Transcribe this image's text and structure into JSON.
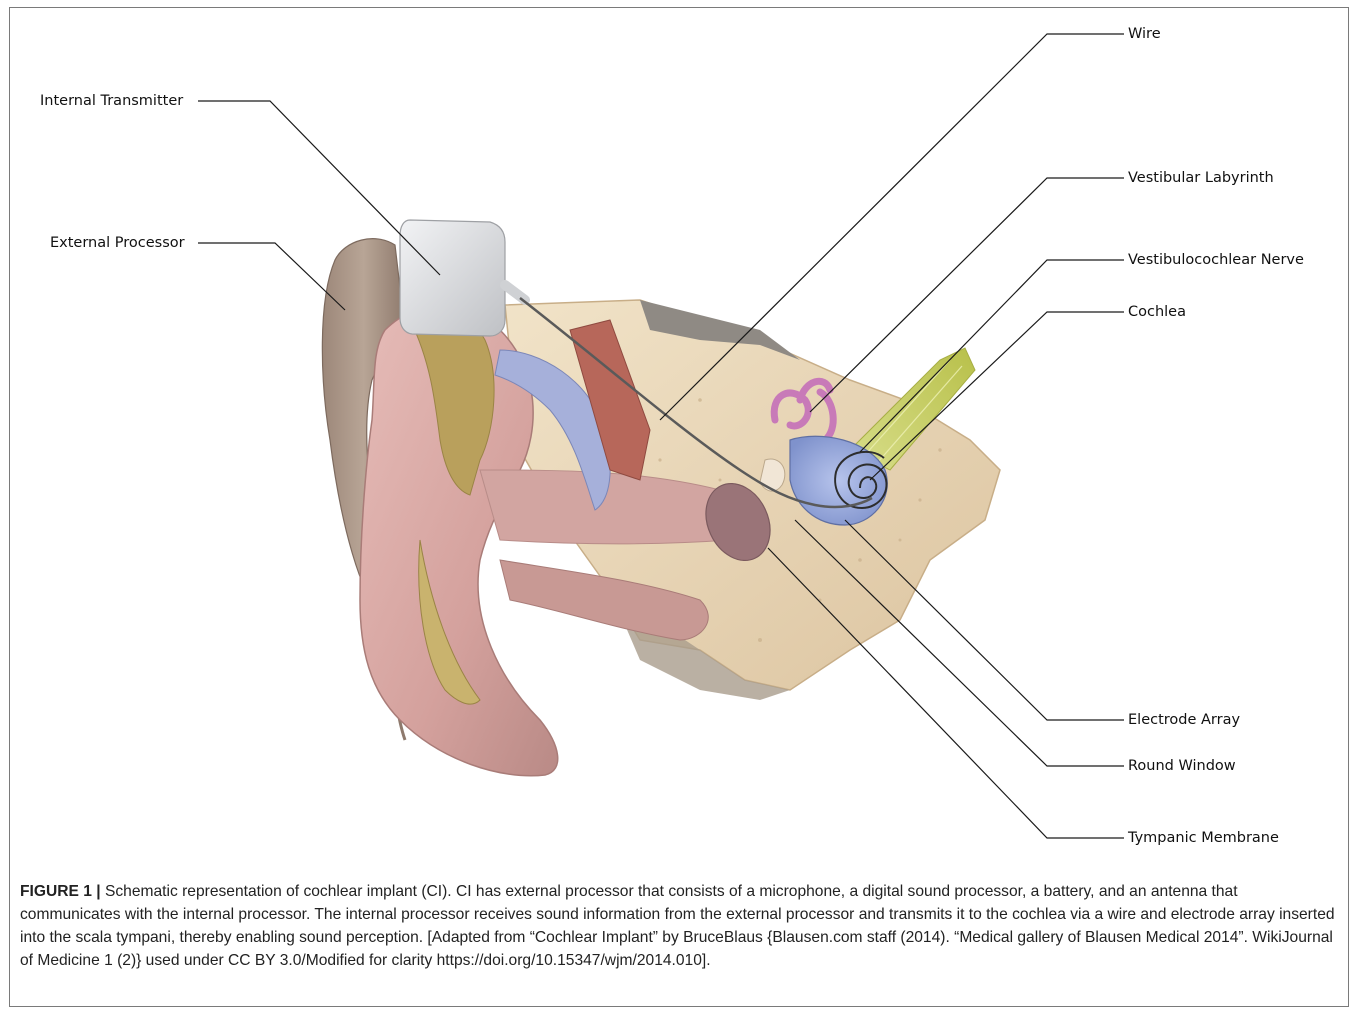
{
  "figure": {
    "callouts": {
      "internal_transmitter": "Internal Transmitter",
      "external_processor": "External Processor",
      "wire": "Wire",
      "vestibular_labyrinth": "Vestibular Labyrinth",
      "vestibulocochlear_nerve": "Vestibulocochlear Nerve",
      "cochlea": "Cochlea",
      "electrode_array": "Electrode Array",
      "round_window": "Round Window",
      "tympanic_membrane": "Tympanic Membrane"
    },
    "colors": {
      "skin": "#d9a9a6",
      "skin_dark": "#b98a86",
      "bone": "#ecd9b9",
      "cartilage": "#b9a05c",
      "processor": "#a89384",
      "transmitter": "#d9dadc",
      "cochlea": "#8fa2d8",
      "labyrinth": "#c87ab8",
      "nerve": "#c9d36a",
      "lead_line": "#1a1a1a"
    }
  },
  "caption": {
    "label": "FIGURE 1 |",
    "text": " Schematic representation of cochlear implant (CI). CI has external processor that consists of a microphone, a digital sound processor, a battery, and an antenna that communicates with the internal processor. The internal processor receives sound information from the external processor and transmits it to the cochlea via a wire and electrode array inserted into the scala tympani, thereby enabling sound perception. [Adapted from “Cochlear Implant” by BruceBlaus {Blausen.com staff (2014). “Medical gallery of Blausen Medical 2014”. WikiJournal of Medicine 1 (2)} used under CC BY 3.0/Modified for clarity https://doi.org/10.15347/wjm/2014.010]."
  }
}
